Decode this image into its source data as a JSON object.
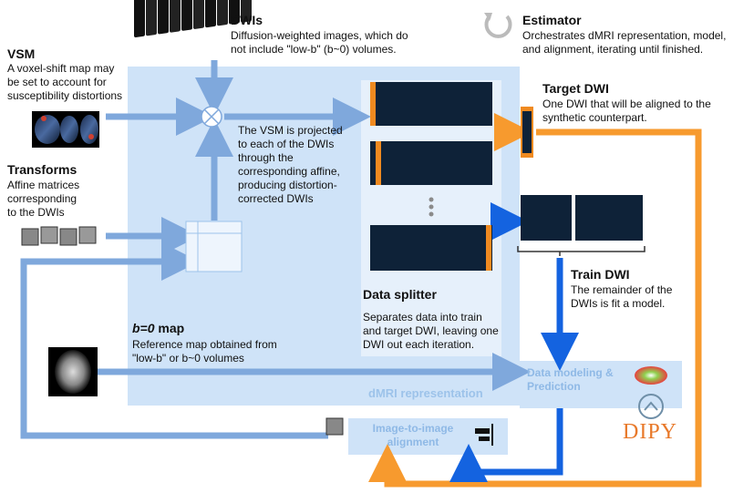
{
  "colors": {
    "panel": "#cfe3f8",
    "panel_inner": "#e6f0fb",
    "arrow_light": "#7fa8dc",
    "arrow_blue": "#1463e0",
    "arrow_orange": "#f79a2e",
    "dipy_orange": "#e8792a",
    "panel_label": "#9dc3ea"
  },
  "dwis": {
    "title": "DWIs",
    "desc_line1": "Diffusion-weighted images, which do",
    "desc_line2": "not include \"low-b\" (b~0) volumes."
  },
  "estimator": {
    "title": "Estimator",
    "desc_line1": "Orchestrates dMRI representation, model,",
    "desc_line2": "and alignment, iterating until finished.",
    "icon": "loop-arrow-icon"
  },
  "vsm": {
    "title": "VSM",
    "desc_line1": "A voxel-shift map may",
    "desc_line2": "be set to account for",
    "desc_line3": "susceptibility distortions"
  },
  "transforms": {
    "title": "Transforms",
    "desc_line1": "Affine matrices",
    "desc_line2": "corresponding",
    "desc_line3": "to the DWIs"
  },
  "projection_note": {
    "line1": "The VSM is projected",
    "line2": "to each of the DWIs",
    "line3": "through the",
    "line4": "corresponding affine,",
    "line5": "producing distortion-",
    "line6": "corrected DWIs"
  },
  "target_dwi": {
    "title": "Target DWI",
    "desc_line1": "One DWI that will be aligned to the",
    "desc_line2": "synthetic counterpart."
  },
  "train_dwi": {
    "title": "Train DWI",
    "desc_line1": "The remainder of the",
    "desc_line2": "DWIs is fit a model."
  },
  "data_splitter": {
    "title": "Data splitter",
    "desc_line1": "Separates data into train",
    "desc_line2": "and target DWI, leaving one",
    "desc_line3": "DWI out each iteration."
  },
  "b0_map": {
    "title_italic": "b=0",
    "title_rest": " map",
    "desc_line1": "Reference map obtained from",
    "desc_line2": "\"low-b\" or b~0 volumes"
  },
  "dmri_representation": {
    "label": "dMRI representation"
  },
  "data_modeling": {
    "line1": "Data modeling &",
    "line2": "Prediction"
  },
  "alignment": {
    "line1": "Image-to-image",
    "line2": "alignment"
  },
  "dipy": {
    "logo_text": "DIPY"
  }
}
